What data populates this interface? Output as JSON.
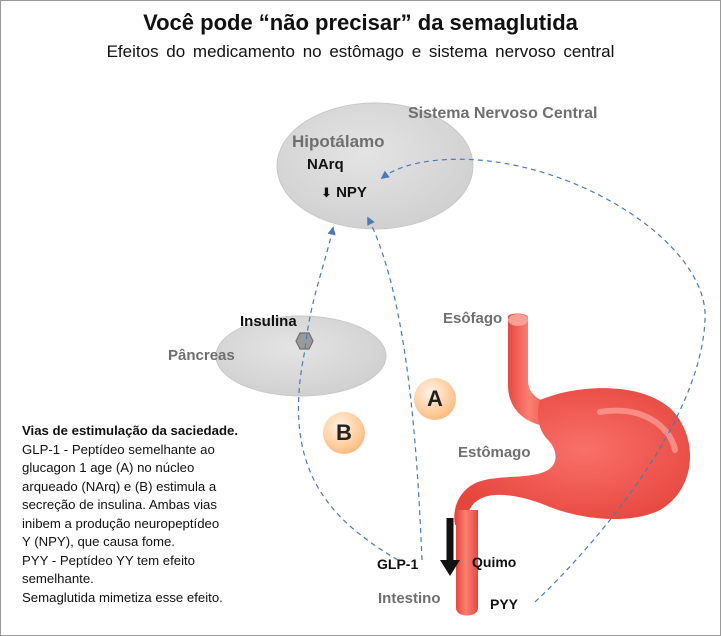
{
  "title": "Você pode “não precisar” da semaglutida",
  "subtitle": "Efeitos do medicamento no estômago e sistema nervoso central",
  "labels": {
    "snc": "Sistema Nervoso Central",
    "hipotalamo": "Hipotálamo",
    "narq": "NArq",
    "npy": "NPY",
    "insulina": "Insulina",
    "pancreas": "Pâncreas",
    "esofago": "Esôfago",
    "estomago": "Estômago",
    "glp1": "GLP-1",
    "quimo": "Quimo",
    "intestino": "Intestino",
    "pyy": "PYY"
  },
  "badges": {
    "a": "A",
    "b": "B"
  },
  "arrow_glyph": "⬇",
  "legend": {
    "title": "Vias de estimulação da saciedade.",
    "lines": [
      "GLP-1 - Peptídeo semelhante ao",
      "glucagon 1 age (A) no núcleo",
      "arqueado (NArq) e (B) estimula a",
      "secreção de insulina. Ambas vias",
      "inibem a produção neuropeptídeo",
      "Y (NPY), que causa fome.",
      "PYY - Peptídeo YY tem efeito",
      "semelhante.",
      "Semaglutida mimetiza esse efeito."
    ]
  },
  "colors": {
    "organ_fill": "#d9d9d9",
    "stomach": "#f2584f",
    "stomach_light": "#fb8d80",
    "pathway": "#4a7ab8",
    "badge": "#f8b878"
  },
  "icons": [
    "hexagon-icon",
    "down-arrow-icon"
  ]
}
